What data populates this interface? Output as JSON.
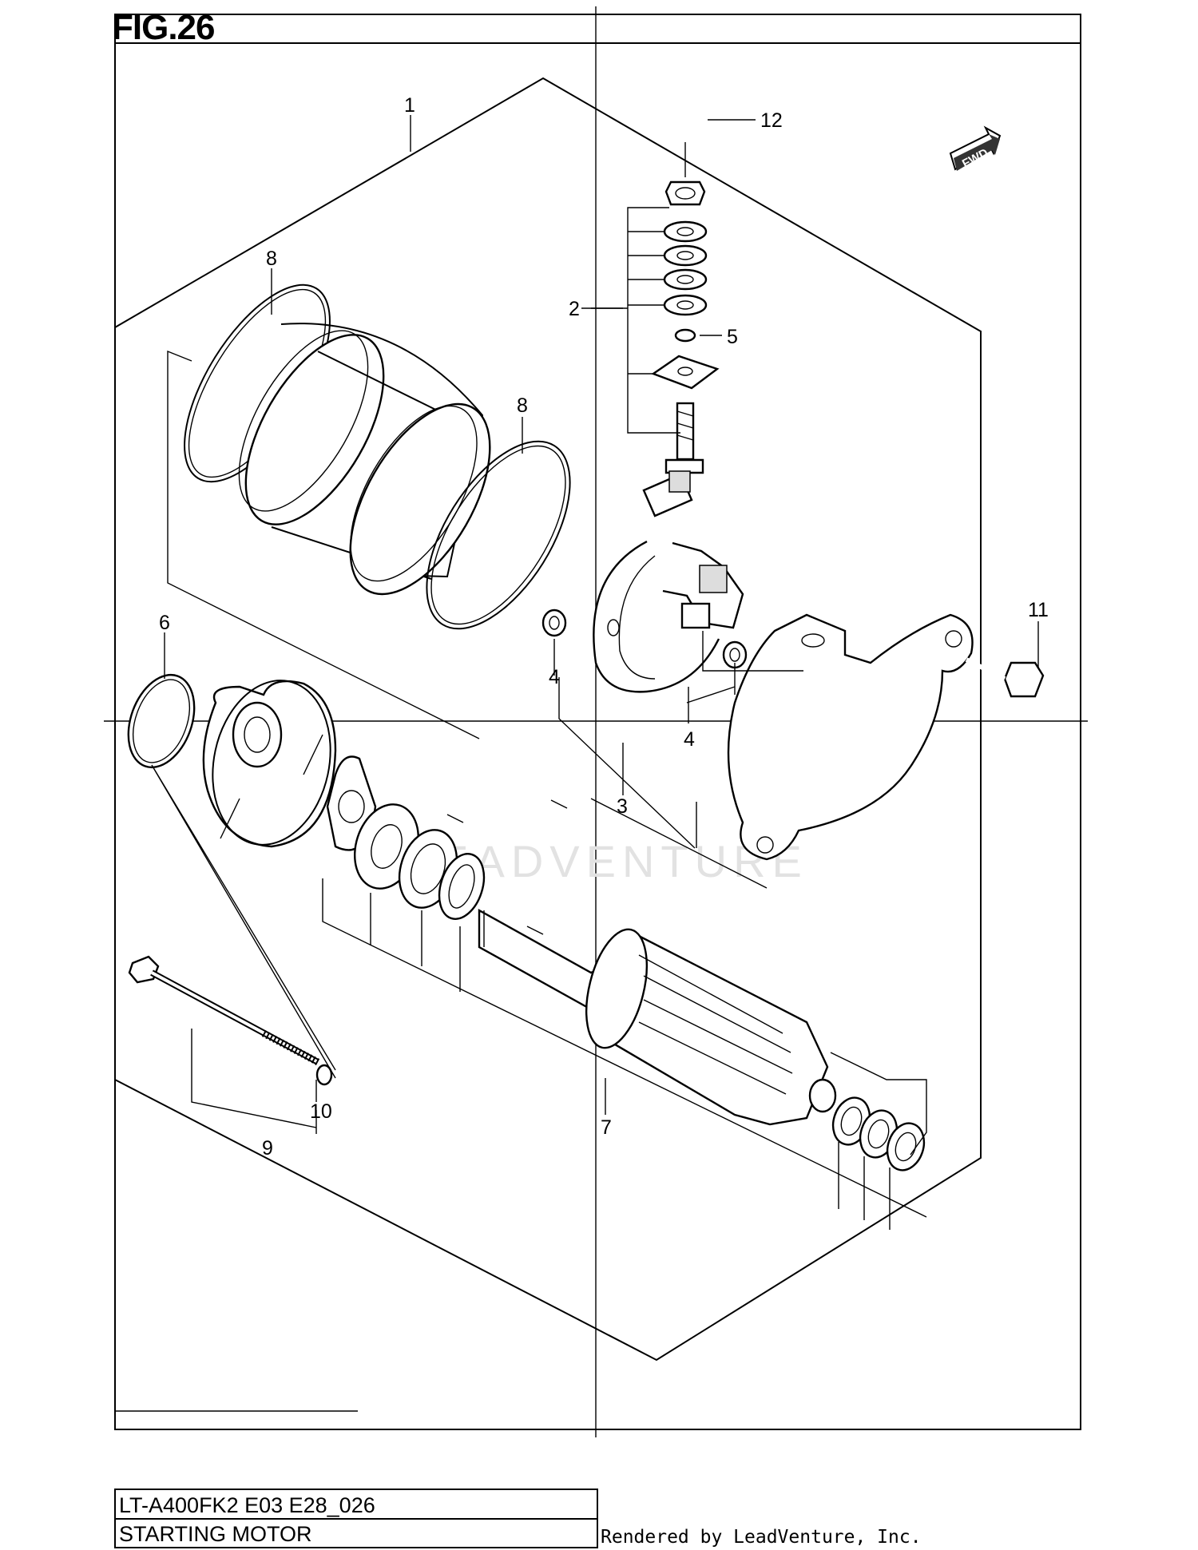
{
  "figure": {
    "title": "FIG.26",
    "fwd_label": "FWD",
    "watermark": "LEADVENTURE"
  },
  "callouts": [
    {
      "label": "1"
    },
    {
      "label": "12"
    },
    {
      "label": "8"
    },
    {
      "label": "2"
    },
    {
      "label": "5"
    },
    {
      "label": "8"
    },
    {
      "label": "11"
    },
    {
      "label": "6"
    },
    {
      "label": "4"
    },
    {
      "label": "4"
    },
    {
      "label": "3"
    },
    {
      "label": "10"
    },
    {
      "label": "9"
    },
    {
      "label": "7"
    }
  ],
  "footer": {
    "model_code": "LT-A400FK2 E03 E28_026",
    "section_name": "STARTING MOTOR",
    "rendered_by": "Rendered by LeadVenture, Inc."
  }
}
